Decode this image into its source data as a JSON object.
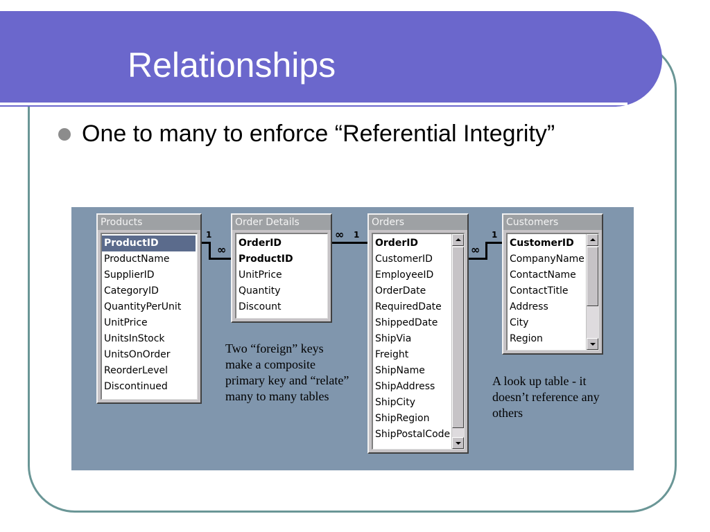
{
  "slide": {
    "title": "Relationships",
    "bullet": "One to many to enforce “Referential Integrity”"
  },
  "tables": {
    "products": {
      "name": "Products",
      "fields": [
        "ProductID",
        "ProductName",
        "SupplierID",
        "CategoryID",
        "QuantityPerUnit",
        "UnitPrice",
        "UnitsInStock",
        "UnitsOnOrder",
        "ReorderLevel",
        "Discontinued"
      ]
    },
    "order_details": {
      "name": "Order Details",
      "fields": [
        "OrderID",
        "ProductID",
        "UnitPrice",
        "Quantity",
        "Discount"
      ]
    },
    "orders": {
      "name": "Orders",
      "fields": [
        "OrderID",
        "CustomerID",
        "EmployeeID",
        "OrderDate",
        "RequiredDate",
        "ShippedDate",
        "ShipVia",
        "Freight",
        "ShipName",
        "ShipAddress",
        "ShipCity",
        "ShipRegion",
        "ShipPostalCode"
      ]
    },
    "customers": {
      "name": "Customers",
      "fields": [
        "CustomerID",
        "CompanyName",
        "ContactName",
        "ContactTitle",
        "Address",
        "City",
        "Region"
      ]
    }
  },
  "relationships": {
    "one": "1",
    "many": "∞"
  },
  "notes": {
    "composite_key": "Two “foreign” keys make a composite primary key and “relate” many to many tables",
    "lookup_table": "A look up table - it doesn’t reference any others"
  },
  "colors": {
    "title_banner": "#6b67cc",
    "frame_border": "#6a9696",
    "diagram_background": "#8096ad",
    "selected_field": "#5b6b8c"
  }
}
